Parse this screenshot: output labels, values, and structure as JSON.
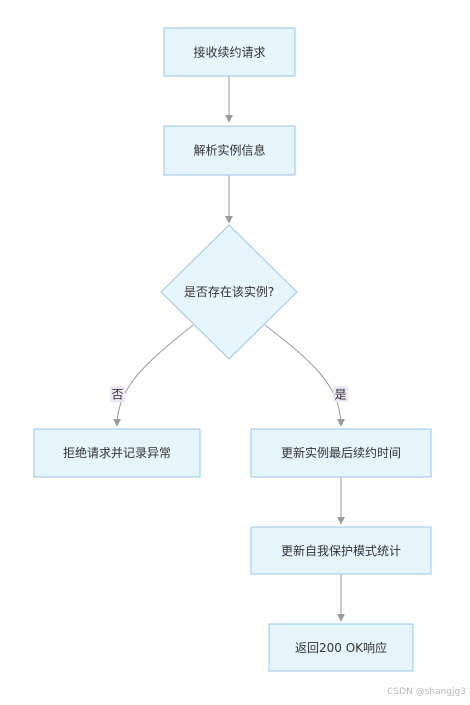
{
  "diagram": {
    "nodes": {
      "receive": "接收续约请求",
      "parse": "解析实例信息",
      "exists": "是否存在该实例?",
      "reject": "拒绝请求并记录异常",
      "update_time": "更新实例最后续约时间",
      "update_stats": "更新自我保护模式统计",
      "respond": "返回200 OK响应"
    },
    "edge_labels": {
      "no": "否",
      "yes": "是"
    }
  },
  "watermark": "CSDN @shangjg3"
}
